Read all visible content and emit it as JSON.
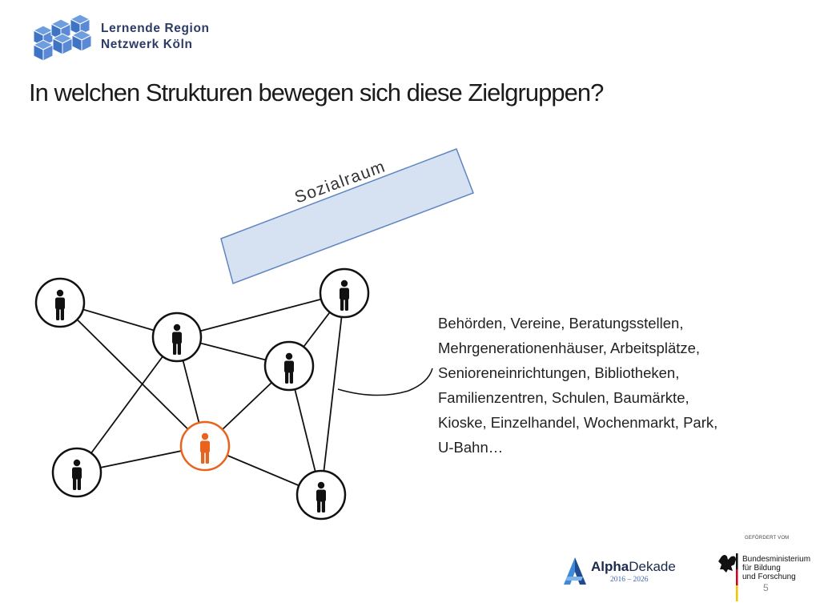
{
  "logo": {
    "line1": "Lernende Region",
    "line2": "Netzwerk Köln"
  },
  "slide": {
    "title": "In welchen Strukturen bewegen sich diese Zielgruppen?",
    "room_label": "Sozialraum",
    "places_lines": [
      "Behörden, Vereine, Beratungsstellen,",
      "Mehrgenerationenhäuser, Arbeitsplätze,",
      "Senioreneinrichtungen, Bibliotheken,",
      "Familienzentren, Schulen, Baumärkte,",
      "Kioske, Einzelhandel, Wochenmarkt, Park,",
      "U-Bahn…"
    ],
    "page_number": "5"
  },
  "footer": {
    "funded_label": "GEFÖRDERT VOM",
    "alpha_name_bold": "Alpha",
    "alpha_name_rest": "Dekade",
    "alpha_years": "2016 – 2026",
    "ministry_lines": [
      "Bundesministerium",
      "für Bildung",
      "und Forschung"
    ]
  },
  "colors": {
    "accent_person": "#e8641e",
    "person": "#111111",
    "room_fill": "#d6e2f2",
    "logo_blue": "#5b8fd6",
    "text_dark": "#1b1b1b"
  },
  "icons": {
    "person": "person-icon",
    "eagle": "eagle-icon",
    "cubes": "cubes-logo-icon"
  }
}
